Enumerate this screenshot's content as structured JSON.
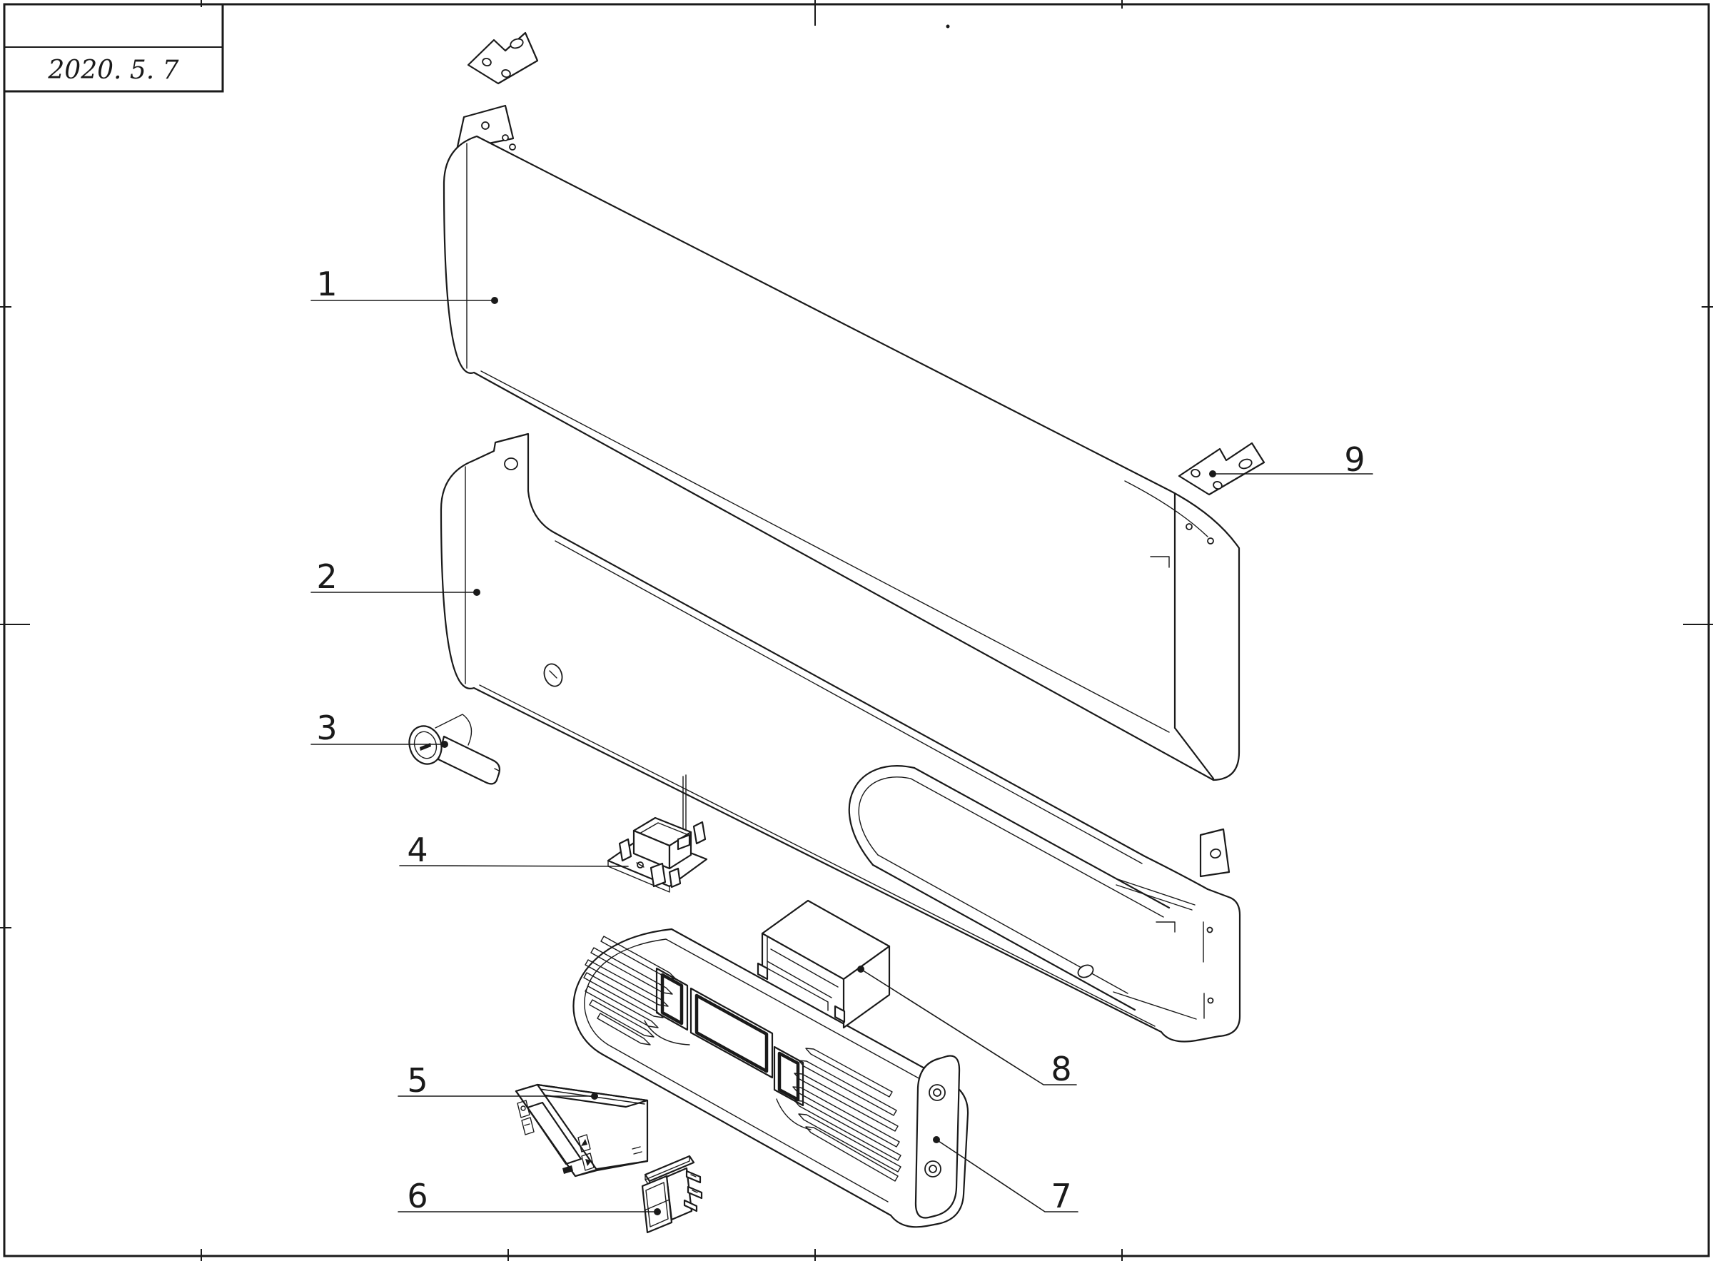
{
  "title_block": {
    "date": "2020. 5. 7"
  },
  "diagram": {
    "type": "exploded-parts-diagram",
    "callouts": [
      {
        "label": "1"
      },
      {
        "label": "2"
      },
      {
        "label": "3"
      },
      {
        "label": "4"
      },
      {
        "label": "5"
      },
      {
        "label": "6"
      },
      {
        "label": "7"
      },
      {
        "label": "8"
      },
      {
        "label": "9"
      }
    ]
  }
}
